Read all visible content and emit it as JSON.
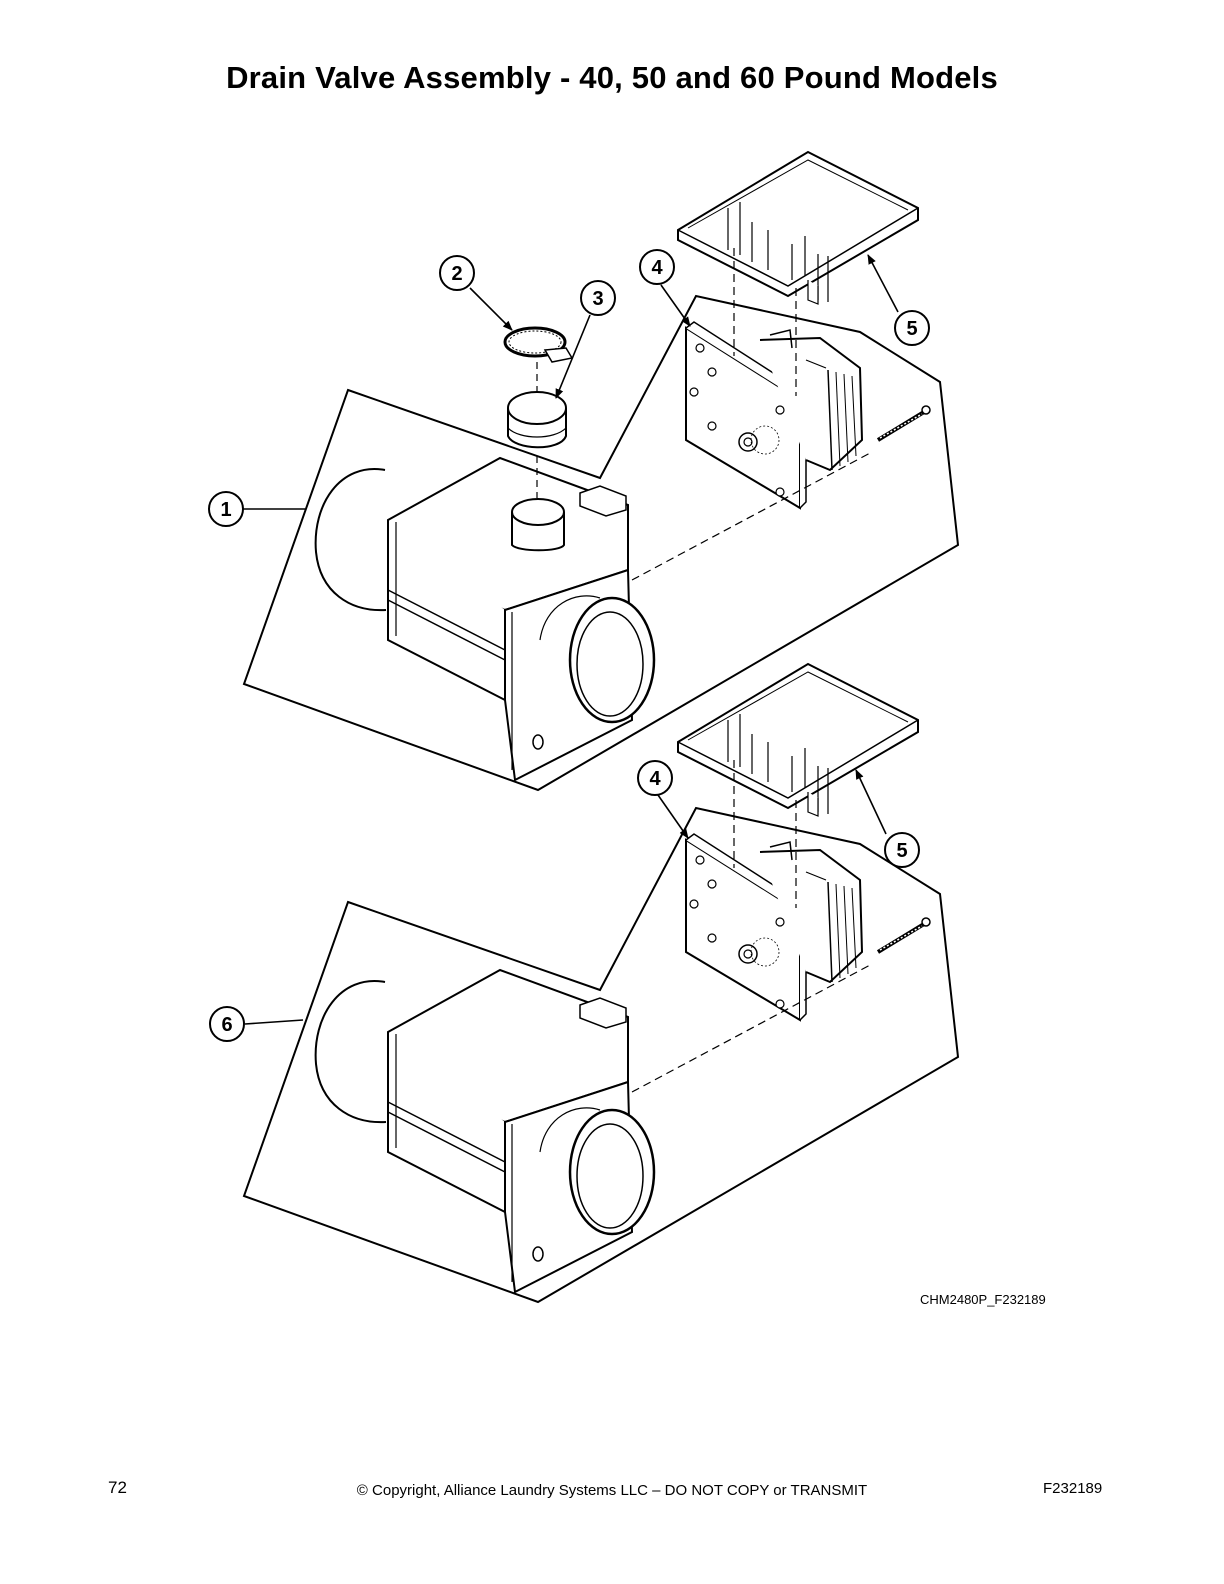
{
  "page": {
    "title": "Drain Valve Assembly - 40, 50 and 60 Pound Models",
    "figure_id": "CHM2480P_F232189",
    "page_number": "72",
    "copyright": "© Copyright, Alliance Laundry Systems LLC – DO NOT COPY or TRANSMIT",
    "doc_number": "F232189"
  },
  "callouts": {
    "c1": "1",
    "c2": "2",
    "c3": "3",
    "c4_top": "4",
    "c5_top": "5",
    "c4_bottom": "4",
    "c5_bottom": "5",
    "c6": "6"
  }
}
